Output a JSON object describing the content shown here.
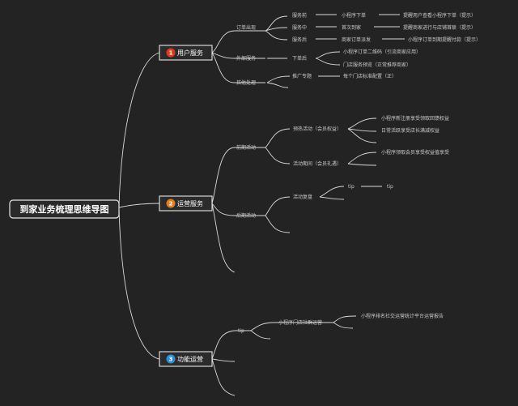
{
  "root": {
    "label": "到家业务梳理思维导图"
  },
  "branches": [
    {
      "number": "1",
      "label": "用户服务",
      "color": "#e03a1e",
      "children": [
        {
          "label": "订单出现"
        },
        {
          "label": "外部服务"
        },
        {
          "label": "其他处理"
        }
      ]
    },
    {
      "number": "2",
      "label": "运营服务",
      "color": "#e07f22",
      "children": [
        {
          "label": "前期活动"
        },
        {
          "label": "后期活动"
        }
      ]
    },
    {
      "number": "3",
      "label": "功能运营",
      "color": "#2e8fd8",
      "children": [
        {
          "label": "tip"
        }
      ]
    }
  ],
  "detail": {
    "b1_orders": [
      "服务前",
      "服务中",
      "服务后"
    ],
    "b1_order_mid": [
      "小程序下单",
      "首次到家",
      "商家订单派发"
    ],
    "b1_order_right": [
      "提醒用户查看小程序下单（提示）",
      "提醒商家进行与店铺首联（提示）",
      "小程序订单到期提醒付款（提示）"
    ],
    "b1_external": "下单后",
    "b1_external_right": [
      "小程序订单二维码（引流商家应用）",
      "门店服务预览（正常推荐商家）"
    ],
    "b1_other": "推广专题",
    "b1_other_right": "每个门店标准配置（正）",
    "b2_pre1": "预热活动（会员权益）",
    "b2_pre1_right": [
      "小程序新注册享受领取回馈权益",
      "日常活跃享受店长满减权益"
    ],
    "b2_pre2": "活动期间（会员礼遇）",
    "b2_pre2_right": [
      "小程序领取会员享受权益值享受"
    ],
    "b2_post": "活动复盘",
    "b2_post_mid": "tip",
    "b2_post_right": "tip",
    "b3_mid": "小程序门店社群运营",
    "b3_right": "小程序排名社交运营统计平台运营报告"
  }
}
